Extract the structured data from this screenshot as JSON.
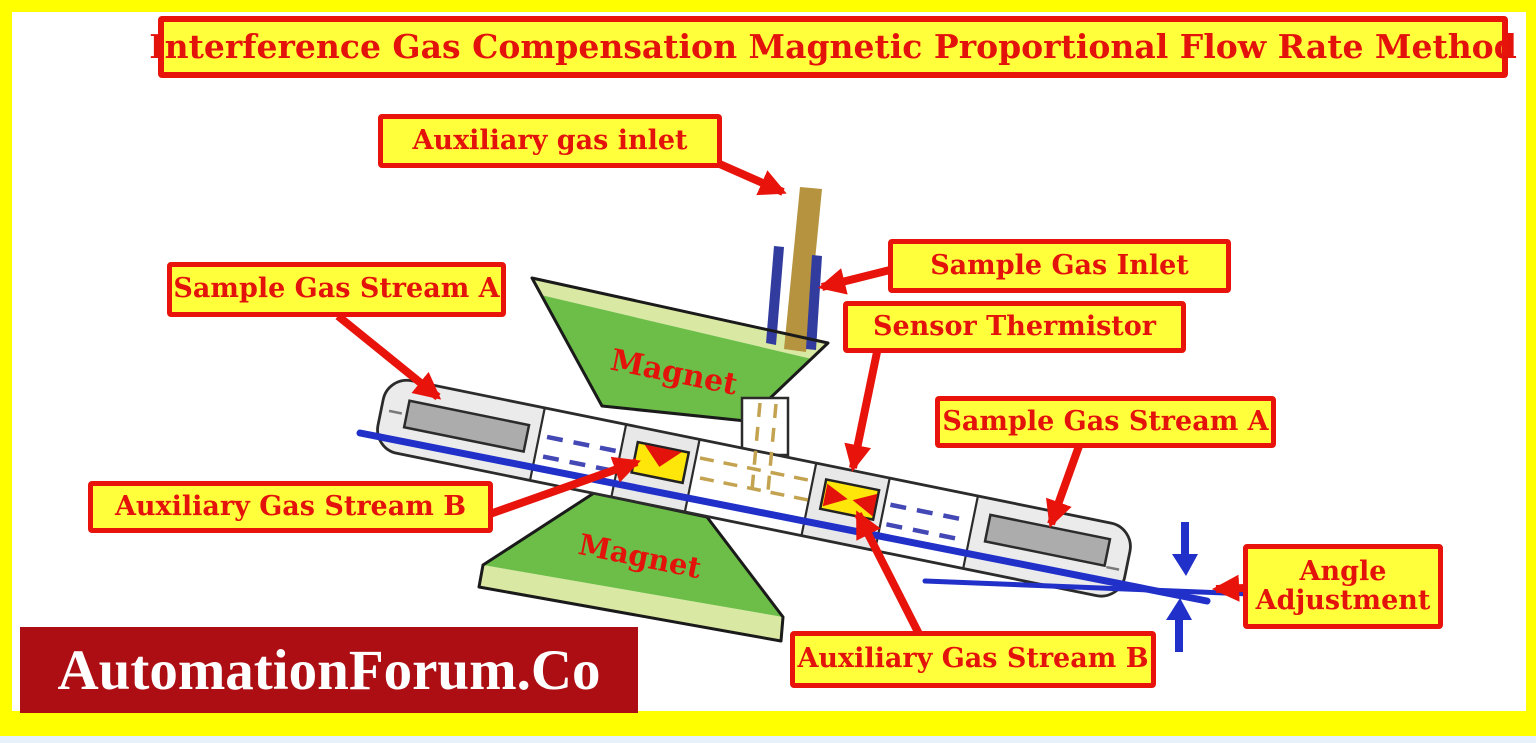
{
  "title": "Interference Gas Compensation Magnetic Proportional Flow Rate Method",
  "watermark": "AutomationForum.Co",
  "diagram": {
    "labels": {
      "auxiliary_gas_inlet": "Auxiliary gas inlet",
      "sample_gas_inlet": "Sample Gas Inlet",
      "sample_gas_stream_a_left": "Sample Gas Stream A",
      "sensor_thermistor": "Sensor Thermistor",
      "sample_gas_stream_a_right": "Sample Gas Stream A",
      "auxiliary_gas_stream_b_left": "Auxiliary Gas Stream B",
      "angle_adjustment": "Angle Adjustment",
      "auxiliary_gas_stream_b_bottom": "Auxiliary Gas Stream B",
      "magnet_top": "Magnet",
      "magnet_bottom": "Magnet"
    },
    "colors": {
      "frame_yellow": "#FFFF00",
      "label_fill": "#FFFF3C",
      "label_border": "#E8140C",
      "label_text": "#E3120B",
      "magnet_green": "#6CBE48",
      "magnet_band_green": "#D9E8A2",
      "tube_end_gray": "#EBEBEB",
      "thermistor_block_gray": "#E8E8E8",
      "detector_gray": "#ACACAC",
      "thermistor_yellow": "#FFE60A",
      "flow_line_blue": "#2030C8",
      "dash_blue": "#4348B5",
      "dash_gold": "#C3A250",
      "inlet_tube_navy": "#323C9E",
      "auxiliary_tube_tan": "#B5933F",
      "arrow_red": "#E8140C",
      "watermark_bg": "#AC0E14",
      "watermark_text": "#FFFFFF",
      "outline_black": "#2B2B2B"
    }
  }
}
